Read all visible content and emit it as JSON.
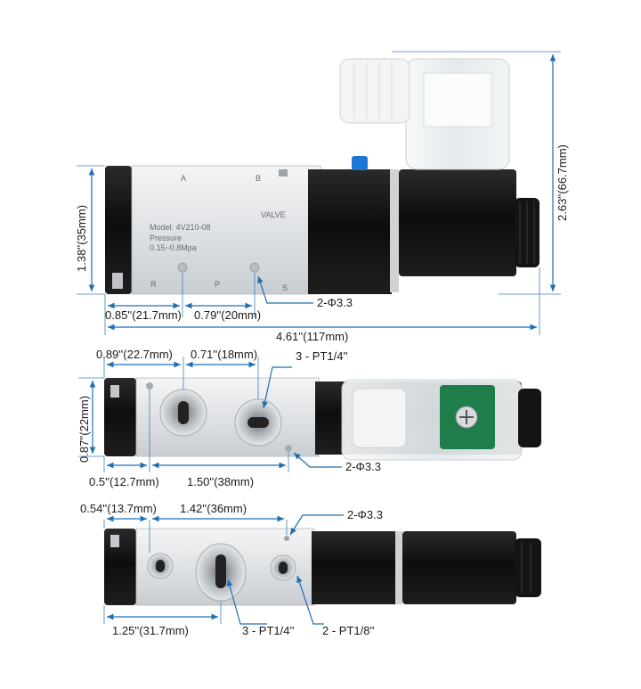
{
  "view_top": {
    "port_labels": [
      "A",
      "B",
      "R",
      "P",
      "S"
    ],
    "label_text": {
      "model": "Model: 4V210-08",
      "pressure": "Pressure",
      "pressure_range": "0.15~0.8Mpa",
      "valve": "VALVE"
    },
    "dimensions": {
      "height": "1.38''(35mm)",
      "overall_height": "2.63''(66.7mm)",
      "left_offset": "0.85''(21.7mm)",
      "hole_pitch": "0.79''(20mm)",
      "holes": "2-Φ3.3",
      "overall_length": "4.61''(117mm)"
    }
  },
  "view_middle": {
    "dimensions": {
      "width": "0.87''(22mm)",
      "port_offset": "0.89''(22.7mm)",
      "port_pitch": "0.71''(18mm)",
      "ports": "3 - PT1/4''",
      "left_offset": "0.5''(12.7mm)",
      "hole_pitch": "1.50''(38mm)",
      "holes": "2-Φ3.3"
    }
  },
  "view_bottom": {
    "dimensions": {
      "port_offset": "0.54''(13.7mm)",
      "port_pitch": "1.42''(36mm)",
      "holes": "2-Φ3.3",
      "length": "1.25''(31.7mm)",
      "ports_main": "3 - PT1/4''",
      "ports_pilot": "2 - PT1/8''"
    }
  },
  "colors": {
    "dimension_line": "#1f6fb2",
    "aluminum": "#dcdfe2",
    "coil": "#111111",
    "connector": "#eef2f4"
  }
}
